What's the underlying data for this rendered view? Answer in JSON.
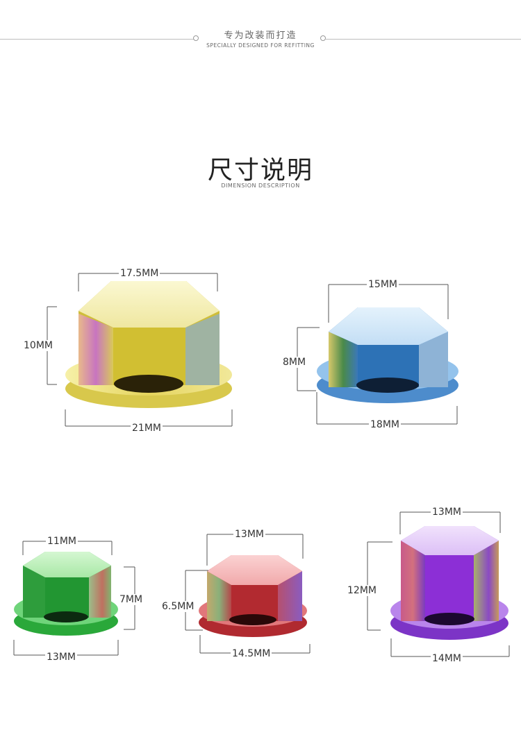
{
  "header": {
    "title_cn": "专为改装而打造",
    "title_en": "SPECIALLY DESIGNED FOR REFITTING"
  },
  "section": {
    "title": "尺寸说明",
    "subtitle": "DIMENSION DESCRIPTION"
  },
  "products": [
    {
      "color": "gold",
      "top_width": "17.5MM",
      "height": "10MM",
      "base_width": "21MM"
    },
    {
      "color": "blue",
      "top_width": "15MM",
      "height": "8MM",
      "base_width": "18MM"
    },
    {
      "color": "green",
      "top_width": "11MM",
      "height": "7MM",
      "base_width": "13MM"
    },
    {
      "color": "red",
      "top_width": "13MM",
      "height": "6.5MM",
      "base_width": "14.5MM"
    },
    {
      "color": "purple",
      "top_width": "13MM",
      "height": "12MM",
      "base_width": "14MM"
    }
  ],
  "colors": {
    "gold": {
      "light": "#f6f2b8",
      "mid": "#d4c23e",
      "dark": "#a59520"
    },
    "blue": {
      "light": "#d8ecfa",
      "mid": "#3f86c8",
      "dark": "#225e98"
    },
    "green": {
      "light": "#c7f2c5",
      "mid": "#32b544",
      "dark": "#18822a"
    },
    "red": {
      "light": "#f8c6c6",
      "mid": "#c43a3e",
      "dark": "#8e1f24"
    },
    "purple": {
      "light": "#ebd6fb",
      "mid": "#8a3fd4",
      "dark": "#5c2497"
    }
  }
}
